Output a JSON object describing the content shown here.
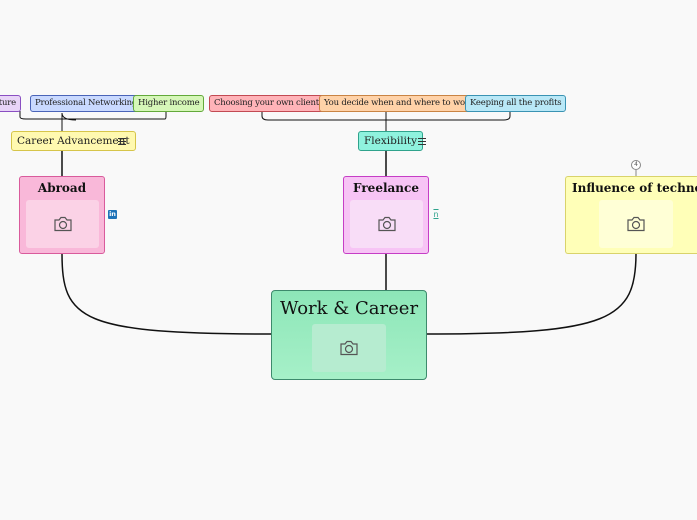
{
  "central": {
    "title": "Work & Career",
    "icon": "camera-icon"
  },
  "branches": {
    "abroad": {
      "title": "Abroad",
      "icon": "camera-icon",
      "badge": "in"
    },
    "freelance": {
      "title": "Freelance",
      "icon": "camera-icon",
      "badge": "n"
    },
    "technology": {
      "title": "Influence of technology",
      "icon": "camera-icon",
      "counter": "4"
    }
  },
  "subtopics": {
    "career_advancement": {
      "label": "Career Advancement",
      "icon": "notes-icon"
    },
    "flexibility": {
      "label": "Flexibility",
      "icon": "notes-icon"
    }
  },
  "leaves": {
    "career": [
      {
        "label": "ulture",
        "color": "#e8d4f7"
      },
      {
        "label": "Professional Networking",
        "color": "#c9d9ff"
      },
      {
        "label": "Higher income",
        "color": "#d6f7b8"
      }
    ],
    "flexibility": [
      {
        "label": "Choosing your own clients",
        "color": "#ffb3b8"
      },
      {
        "label": "You decide when and where to work",
        "color": "#ffd2a8"
      },
      {
        "label": "Keeping all the profits",
        "color": "#b9e8f7"
      }
    ]
  },
  "colors": {
    "central_fill": "#8de6b8",
    "central_border": "#3d8a6c",
    "abroad_fill": "#f9b8d9",
    "freelance_fill": "#f7c4f5",
    "technology_fill": "#ffffb8",
    "connector": "#111111"
  }
}
